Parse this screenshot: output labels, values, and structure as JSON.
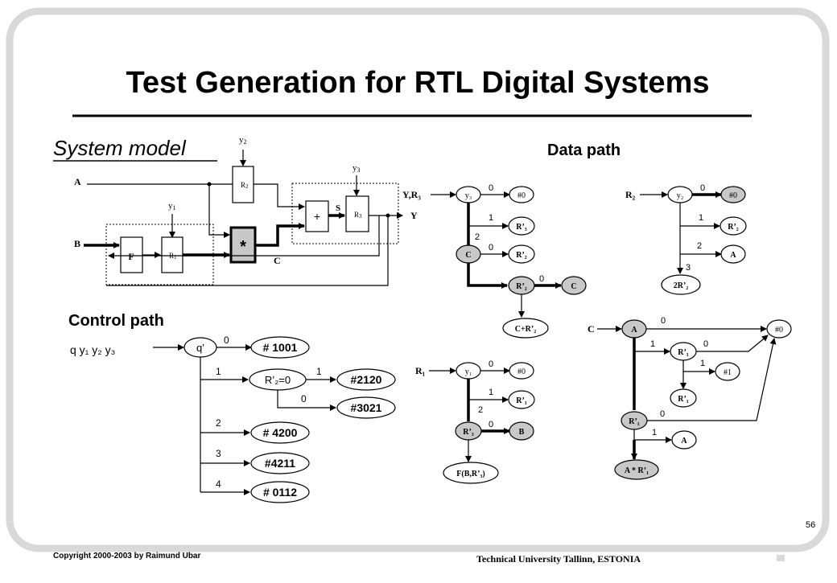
{
  "slide": {
    "title": "Test Generation for RTL Digital Systems",
    "system_model": "System model",
    "data_path": "Data path",
    "control_path": "Control path",
    "page_number": "56",
    "copyright": "Copyright 2000-2003 by Raimund Ubar",
    "university": "Technical University Tallinn, ESTONIA"
  },
  "colors": {
    "node_gray": "#c8c8c8",
    "frame_gray": "#d9d9d9"
  },
  "system_model": {
    "in_a": "A",
    "in_b": "B",
    "out_y": "Y",
    "c": "C",
    "y1": "y",
    "y1_sub": "1",
    "y2": "y",
    "y2_sub": "2",
    "y3": "y",
    "y3_sub": "3",
    "f": "F",
    "r1": "R",
    "r1_sub": "1",
    "r2": "R",
    "r2_sub": "2",
    "r3": "R",
    "r3_sub": "3",
    "mult": "*",
    "plus": "+",
    "s": "S"
  },
  "control_path": {
    "vars": "q y₁ y₂ y₃",
    "q_node": "q’",
    "r2_node": "R’₂=0",
    "t1001": "# 1001",
    "t2120": "#2120",
    "t3021": "#3021",
    "t4200": "# 4200",
    "t4211": "#4211",
    "t0112": "# 0112",
    "e0": "0",
    "e1": "1",
    "e2": "2",
    "e3": "3",
    "e4": "4",
    "e_r1": "1",
    "e_r0": "0"
  },
  "graph_y3": {
    "label": "Y,R₃",
    "y3": "y₃",
    "t0": "#0",
    "r3": "R’₃",
    "c": "C",
    "r2a": "R’₂",
    "r2b": "R’₂",
    "cg": "C",
    "cplus": "C+R’₂",
    "e0": "0",
    "e1": "1",
    "e2": "2",
    "e0b": "0",
    "e0c": "0"
  },
  "graph_y2": {
    "label": "R₂",
    "y2": "y₂",
    "t0": "#0",
    "r2": "R’₂",
    "a": "A",
    "r2x2": "2R’₂",
    "e0": "0",
    "e1": "1",
    "e2": "2",
    "e3": "3"
  },
  "graph_y1": {
    "label": "R₁",
    "y1": "y₁",
    "t0": "#0",
    "r1": "R’₁",
    "r3": "R’₃",
    "b": "B",
    "fbr": "F(B,R’₃)",
    "e0": "0",
    "e1": "1",
    "e2": "2",
    "e0b": "0"
  },
  "graph_c": {
    "label": "C",
    "a": "A",
    "t0": "#0",
    "r1a": "R’₁",
    "t1": "#1",
    "r1b": "R’₁",
    "r1c": "R’₁",
    "a2": "A",
    "ar1": "A * R’₁",
    "e0": "0",
    "e1": "1",
    "e0b": "0",
    "e1b": "1",
    "e0c": "0",
    "e1c": "1"
  }
}
